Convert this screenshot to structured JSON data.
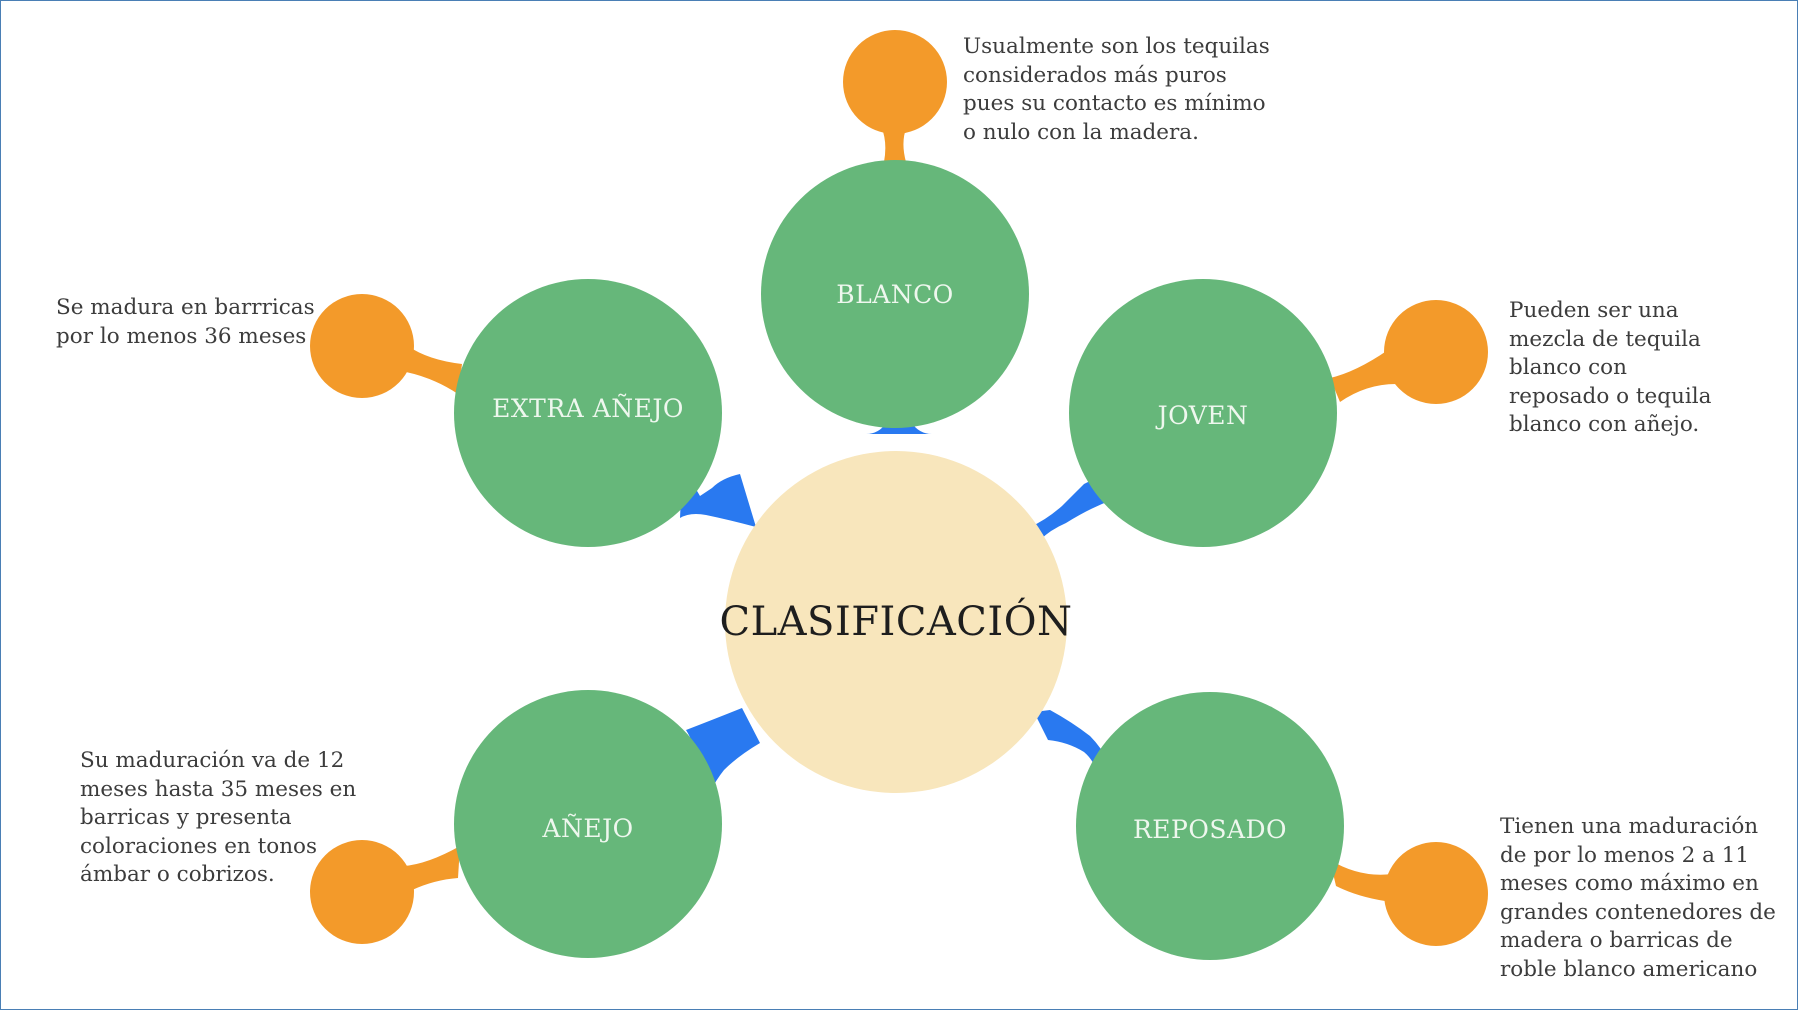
{
  "colors": {
    "center": "#f8e6bc",
    "branch": "#66b77a",
    "leaf": "#f39a2a",
    "connector": "#2979f0",
    "leaf_connector": "#f39a2a",
    "border": "#4a7fb5"
  },
  "center": {
    "label": "CLASIFICACIÓN"
  },
  "branches": {
    "blanco": {
      "label": "BLANCO",
      "note": "Usualmente son los tequilas\nconsiderados más puros\npues su contacto es mínimo\no nulo con la madera."
    },
    "joven": {
      "label": "JOVEN",
      "note": "Pueden ser una\nmezcla de tequila\nblanco con\nreposado o tequila\nblanco con añejo."
    },
    "extra_anejo": {
      "label": "EXTRA AÑEJO",
      "note": "Se madura en barrricas\npor lo menos 36 meses"
    },
    "anejo": {
      "label": "AÑEJO",
      "note": "Su maduración va de 12\nmeses hasta 35 meses en\nbarricas y presenta\ncoloraciones en tonos\námbar o cobrizos."
    },
    "reposado": {
      "label": "REPOSADO",
      "note": "Tienen una maduración\nde por lo menos 2 a 11\nmeses como máximo en\ngrandes contenedores de\nmadera o barricas de\nroble blanco americano"
    }
  }
}
